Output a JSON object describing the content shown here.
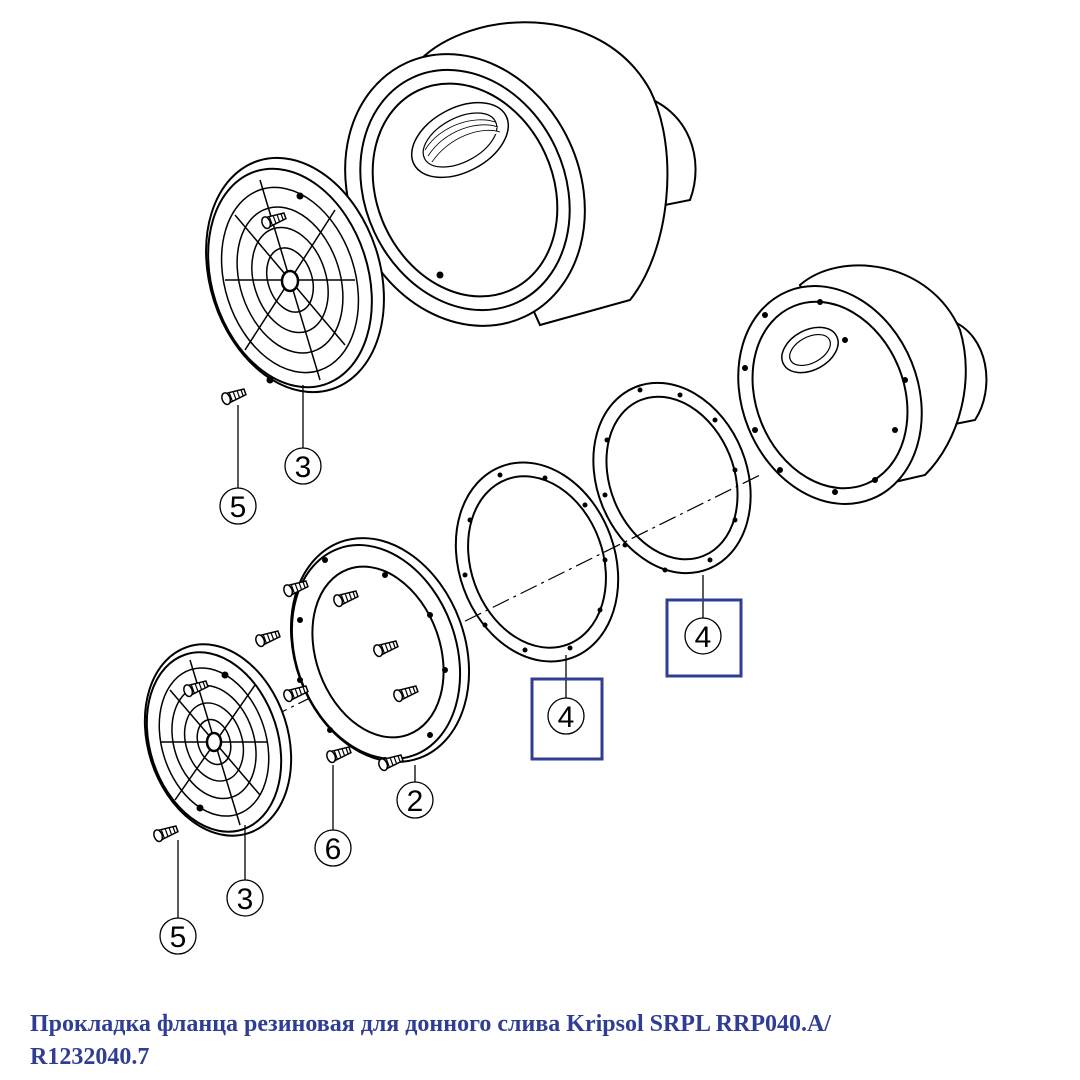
{
  "callouts": [
    {
      "id": "c3-top",
      "label": "3"
    },
    {
      "id": "c5-top",
      "label": "5"
    },
    {
      "id": "c4-mid",
      "label": "4"
    },
    {
      "id": "c4-right",
      "label": "4"
    },
    {
      "id": "c2",
      "label": "2"
    },
    {
      "id": "c6",
      "label": "6"
    },
    {
      "id": "c3-bottom",
      "label": "3"
    },
    {
      "id": "c5-bottom",
      "label": "5"
    }
  ],
  "caption": {
    "line1": "Прокладка фланца резиновая для донного слива Kripsol SRPL RRP040.A/",
    "line2": "R1232040.7"
  },
  "colors": {
    "highlight_box": "#2f3d94",
    "caption": "#2f3d94",
    "line": "#000000"
  }
}
